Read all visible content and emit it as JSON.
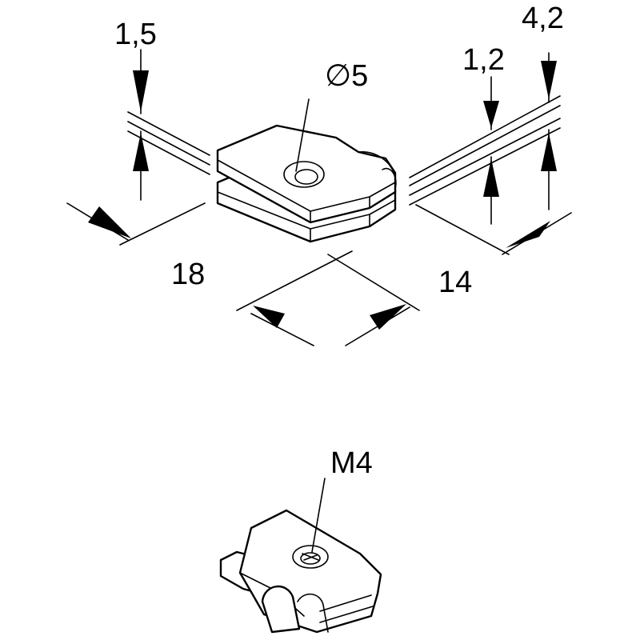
{
  "drawing": {
    "dimensions": {
      "sheet_thickness": "1,5",
      "hole_diameter": "5",
      "diameter_symbol": "∅",
      "inner_thickness": "1,2",
      "total_thickness": "4,2",
      "width": "18",
      "depth": "14"
    },
    "thread_label": "M4"
  }
}
